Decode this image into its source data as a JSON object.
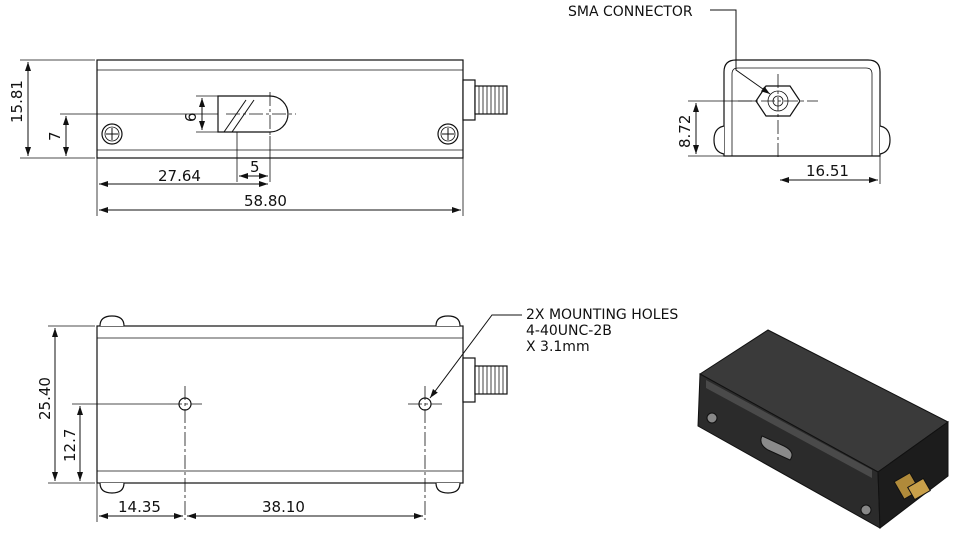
{
  "front_view": {
    "height_total": "15.81",
    "height_slot": "7",
    "slot_width": "6",
    "slot_offset": "5",
    "slot_position": "27.64",
    "length_total": "58.80"
  },
  "side_view": {
    "connector_label": "SMA CONNECTOR",
    "connector_height": "8.72",
    "connector_offset": "16.51"
  },
  "bottom_view": {
    "width_total": "25.40",
    "holes_center": "12.7",
    "hole1_pos": "14.35",
    "hole_spacing": "38.10",
    "note_line1": "2X MOUNTING HOLES",
    "note_line2": "4-40UNC-2B",
    "note_line3": "X 3.1mm"
  }
}
